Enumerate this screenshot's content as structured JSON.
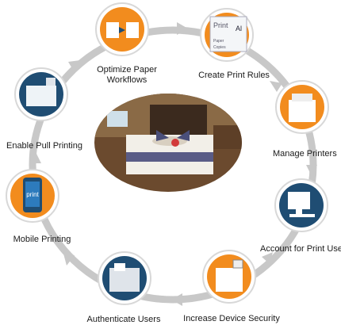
{
  "steps": [
    {
      "id": "optimize",
      "label": "Optimize Paper\nWorkflows",
      "icon": "document-transfer-icon"
    },
    {
      "id": "rules",
      "label": "Create Print Rules",
      "icon": "print-dialog-icon"
    },
    {
      "id": "printers",
      "label": "Manage Printers",
      "icon": "printer-icon"
    },
    {
      "id": "account",
      "label": "Account for Print Use",
      "icon": "computer-icon"
    },
    {
      "id": "security",
      "label": "Increase Device Security",
      "icon": "printer-lock-icon"
    },
    {
      "id": "auth",
      "label": "Authenticate Users",
      "icon": "copier-icon"
    },
    {
      "id": "mobile",
      "label": "Mobile Printing",
      "icon": "phone-print-icon"
    },
    {
      "id": "pull",
      "label": "Enable Pull Printing",
      "icon": "documents-lock-icon"
    }
  ],
  "rules_icon_text": {
    "title": "Print",
    "sub1": "Paper",
    "sub2": "Copies",
    "big": "Al"
  },
  "mobile_icon_text": "print",
  "colors": {
    "orange": "#f28c1e",
    "navy": "#1f4d73",
    "ring": "#c8c8c8"
  },
  "center_image": "hotel-room-photo"
}
